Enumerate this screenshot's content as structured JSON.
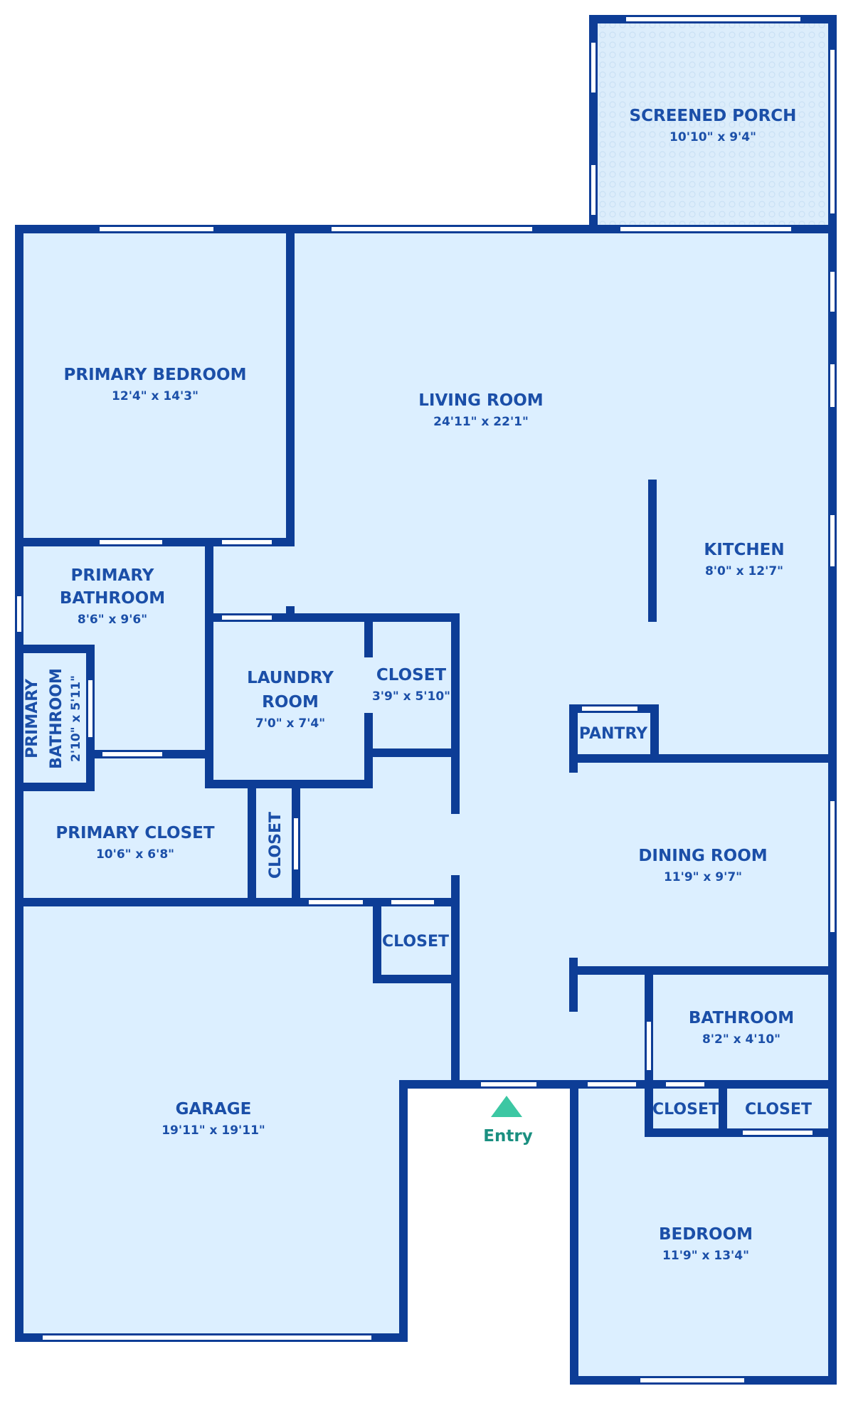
{
  "colors": {
    "wall": "#0d3d96",
    "floor": "#dcefff",
    "porch": "#dcedfb",
    "window": "#ffffff",
    "label": "#1b4fa8",
    "entry": "#1a8f80",
    "entry_marker": "#3cc7a3"
  },
  "rooms": {
    "screened_porch": {
      "name": "SCREENED PORCH",
      "dims": "10'10\" x 9'4\""
    },
    "primary_bedroom": {
      "name": "PRIMARY BEDROOM",
      "dims": "12'4\" x 14'3\""
    },
    "living_room": {
      "name": "LIVING ROOM",
      "dims": "24'11\" x 22'1\""
    },
    "kitchen": {
      "name": "KITCHEN",
      "dims": "8'0\" x 12'7\""
    },
    "primary_bathroom": {
      "name_line1": "PRIMARY",
      "name_line2": "BATHROOM",
      "dims": "8'6\" x 9'6\""
    },
    "primary_bathroom_small": {
      "name_line1": "PRIMARY",
      "name_line2": "BATHROOM",
      "dims": "2'10\" x 5'11\""
    },
    "laundry_room": {
      "name_line1": "LAUNDRY",
      "name_line2": "ROOM",
      "dims": "7'0\" x 7'4\""
    },
    "closet_laundry": {
      "name": "CLOSET",
      "dims": "3'9\" x 5'10\""
    },
    "pantry": {
      "name": "PANTRY"
    },
    "primary_closet": {
      "name": "PRIMARY CLOSET",
      "dims": "10'6\" x 6'8\""
    },
    "closet_vertical": {
      "name": "CLOSET"
    },
    "dining_room": {
      "name": "DINING ROOM",
      "dims": "11'9\" x 9'7\""
    },
    "closet_hall": {
      "name": "CLOSET"
    },
    "bathroom": {
      "name": "BATHROOM",
      "dims": "8'2\" x 4'10\""
    },
    "closet_a": {
      "name": "CLOSET"
    },
    "closet_b": {
      "name": "CLOSET"
    },
    "garage": {
      "name": "GARAGE",
      "dims": "19'11\" x 19'11\""
    },
    "bedroom": {
      "name": "BEDROOM",
      "dims": "11'9\" x 13'4\""
    }
  },
  "entry": {
    "label": "Entry",
    "icon": "triangle-up-icon"
  }
}
